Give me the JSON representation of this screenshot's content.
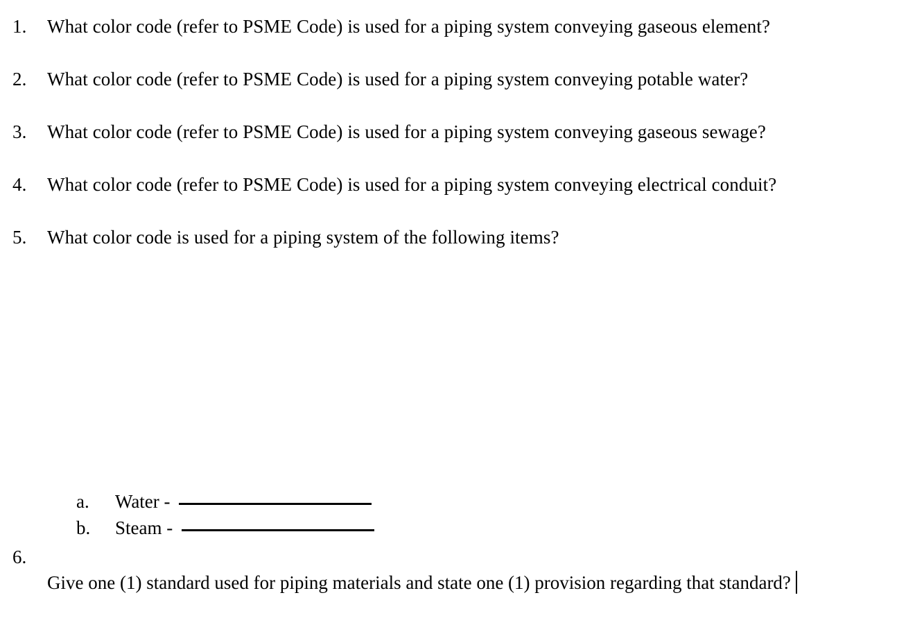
{
  "document": {
    "background_color": "#ffffff",
    "text_color": "#000000",
    "questions": [
      {
        "number": "1.",
        "text": "What color code (refer to PSME Code) is used for a piping system conveying gaseous element?"
      },
      {
        "number": "2.",
        "text": "What color code (refer to PSME Code) is used for a piping system conveying potable water?"
      },
      {
        "number": "3.",
        "text": "What color code (refer to PSME Code) is used for a piping system conveying gaseous sewage?"
      },
      {
        "number": "4.",
        "text": "What color code (refer to PSME Code) is used for a piping system conveying electrical conduit?"
      },
      {
        "number": "5.",
        "text": "What color code is used for a piping system of the following items?"
      }
    ],
    "sub_items": [
      {
        "marker": "a.",
        "label": "Water -",
        "answer": ""
      },
      {
        "marker": "b.",
        "label": "Steam -",
        "answer": ""
      }
    ],
    "question_six": {
      "number": "6.",
      "text": "Give one (1) standard used for piping materials and state one (1) provision regarding that standard?",
      "caret_visible": true
    }
  }
}
